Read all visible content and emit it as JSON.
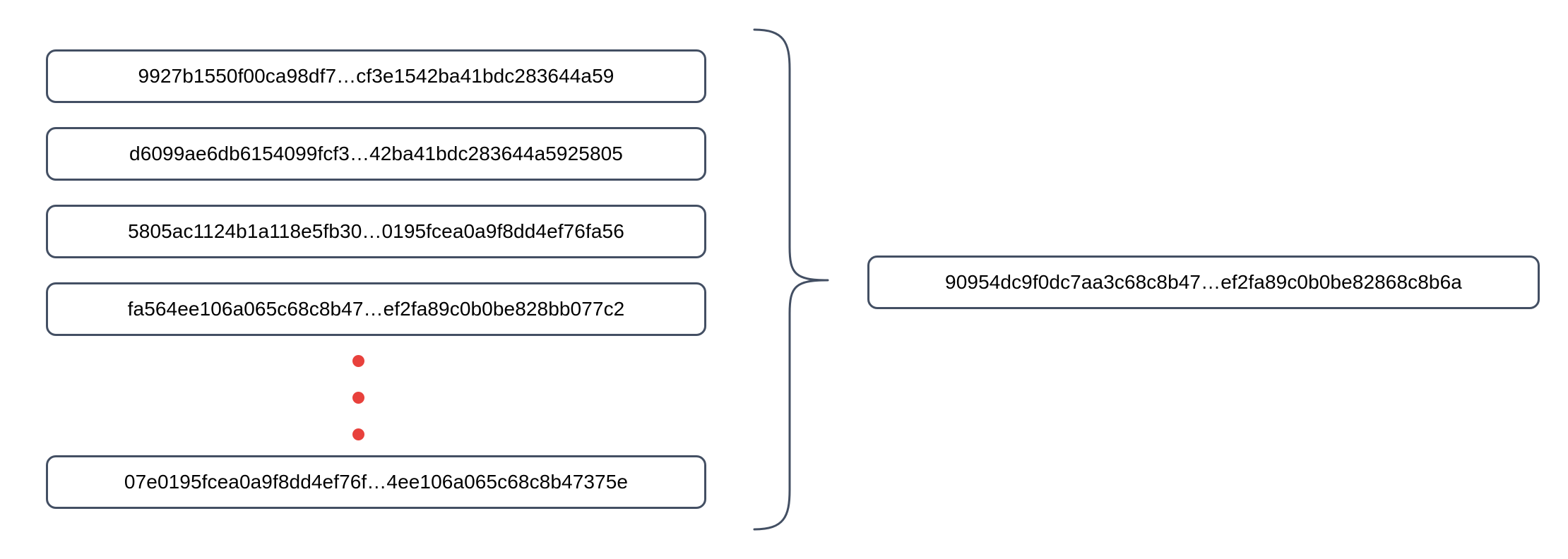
{
  "diagram": {
    "type": "hash-aggregation",
    "background_color": "#ffffff",
    "box_border_color": "#434f63",
    "brace_color": "#434f63",
    "dot_color": "#e8413c",
    "text_color": "#000000"
  },
  "inputs": {
    "label": "input-hash-list",
    "items": [
      {
        "hash": "9927b1550f00ca98df7…cf3e1542ba41bdc283644a59"
      },
      {
        "hash": "d6099ae6db6154099fcf3…42ba41bdc283644a5925805"
      },
      {
        "hash": "5805ac1124b1a118e5fb30…0195fcea0a9f8dd4ef76fa56"
      },
      {
        "hash": "fa564ee106a065c68c8b47…ef2fa89c0b0be828bb077c2"
      },
      {
        "hash": "07e0195fcea0a9f8dd4ef76f…4ee106a065c68c8b47375e"
      }
    ]
  },
  "ellipsis": {
    "label": "vertical-ellipsis",
    "dot_count": 3,
    "color": "#e8413c"
  },
  "brace": {
    "label": "grouping-brace",
    "orientation": "right-pointing"
  },
  "output": {
    "label": "aggregated-hash",
    "hash": "90954dc9f0dc7aa3c68c8b47…ef2fa89c0b0be82868c8b6a"
  }
}
